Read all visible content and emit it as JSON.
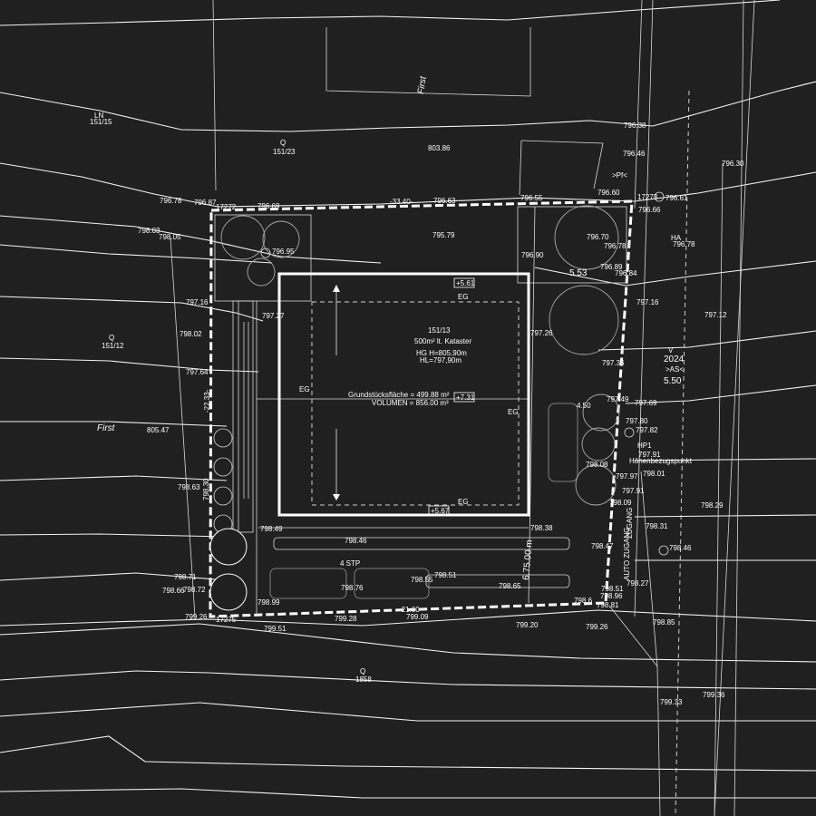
{
  "colors": {
    "background": "#202020",
    "lines": "#ffffff"
  },
  "building": {
    "parcel": "151/13",
    "area_cadastre": "500m² lt. Kataster",
    "hg": "HG H=805,90m",
    "hl": "HL=797,90m",
    "plot_area": "Grundstücksfläche = 499.88 m²",
    "volume": "VOLUMEN = 856.00 m³",
    "eg_top": "EG",
    "eg_left": "EG",
    "eg_right": "EG",
    "eg_bottom": "EG",
    "level_top": "+5.61",
    "level_mid": "+7.31",
    "level_bottom": "+5.67"
  },
  "labels": {
    "first_top": "First",
    "first_left": "First",
    "ln": "LN",
    "p15115": "151/15",
    "q1": "Q",
    "p15123": "151/23",
    "q2": "Q",
    "p15112": "151/12",
    "q3": "Q",
    "p1858": "1858",
    "pf": ">Pf<",
    "ha": "HA",
    "v": "V",
    "year": "2024",
    "as": ">AS<",
    "hp1": "HP1",
    "hbp": "Höhenbezugspunkt",
    "zugang": "ZUGANG",
    "auto_zugang": "AUTO ZUGANG",
    "stp": "4 STP",
    "d553": "5.53",
    "d550": "5.50",
    "d450": "4.50",
    "d3340": "-33.40-",
    "d2233": "-22.33-",
    "d2160": "-21.60-",
    "d675": "6.75.00 m",
    "n17272": "17272",
    "n17273": "17273",
    "n17275": "17275"
  },
  "elevations": [
    "803.86",
    "796.38",
    "796.46",
    "796.30",
    "796.78",
    "796.87",
    "796.69",
    "796.63",
    "796.55",
    "796.60",
    "796.61",
    "796.66",
    "798.03",
    "798.05",
    "795.79",
    "796.95",
    "796.70",
    "796.78",
    "796.78",
    "796.90",
    "796.89",
    "796.84",
    "797.16",
    "797.27",
    "797.16",
    "797.12",
    "798.02",
    "797.26",
    "797.64",
    "797.36",
    "797.49",
    "797.69",
    "797.80",
    "797.82",
    "797.91",
    "798.08",
    "797.97",
    "798.01",
    "797.91",
    "805.47",
    "798.63",
    "798.30",
    "798.09",
    "798.29",
    "798.38",
    "798.49",
    "798.31",
    "798.46",
    "798.47",
    "798.46",
    "798.71",
    "798.51",
    "798.55",
    "798.76",
    "798.65",
    "798.27",
    "798.66",
    "798.72",
    "798.51",
    "798.96",
    "798.99",
    "798.6",
    "798.81",
    "799.09",
    "799.26",
    "799.28",
    "799.20",
    "799.26",
    "798.85",
    "799.51",
    "799.36",
    "799.33"
  ]
}
